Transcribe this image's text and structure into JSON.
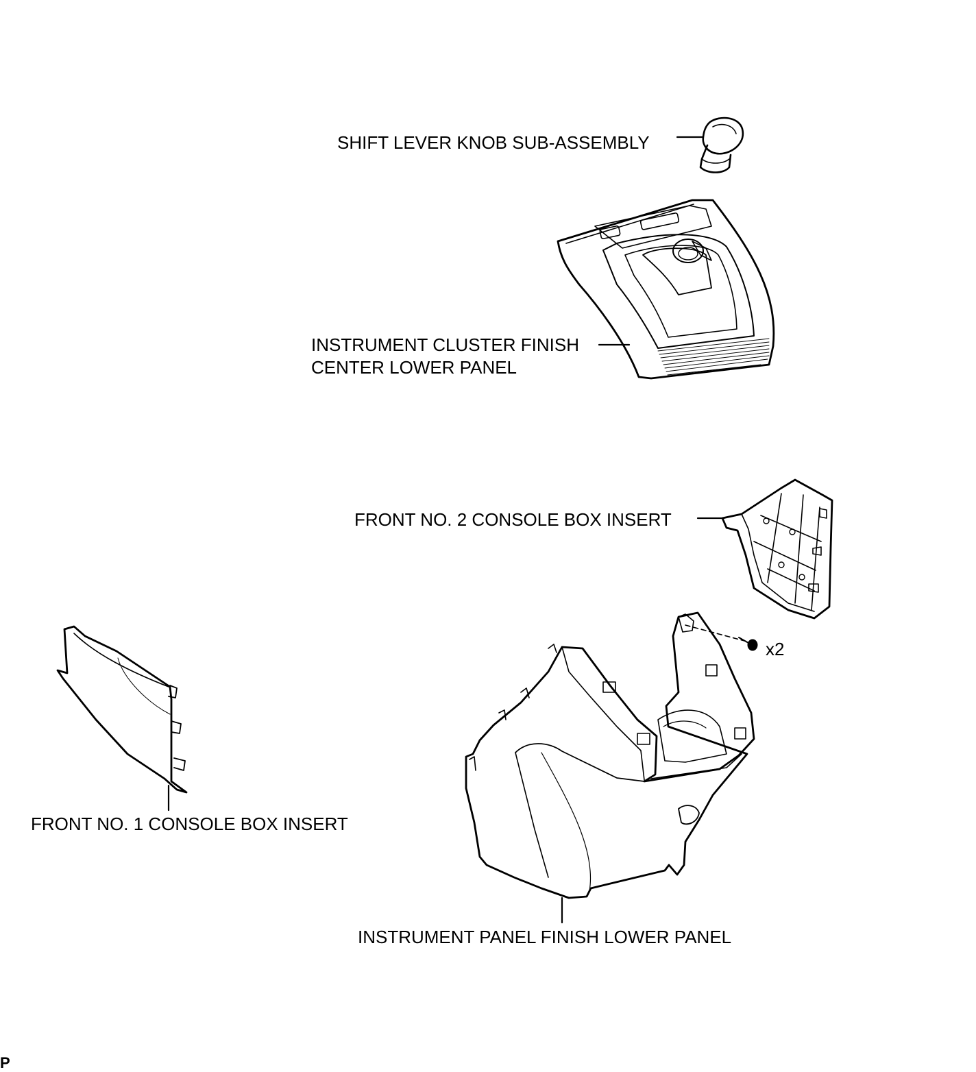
{
  "labels": {
    "shift_knob": "SHIFT LEVER KNOB SUB-ASSEMBLY",
    "cluster_line1": "INSTRUMENT CLUSTER FINISH",
    "cluster_line2": "CENTER LOWER PANEL",
    "no2_insert": "FRONT NO. 2 CONSOLE BOX INSERT",
    "screw_qty": "x2",
    "no1_insert": "FRONT NO. 1 CONSOLE BOX INSERT",
    "lower_panel": "INSTRUMENT PANEL FINISH LOWER PANEL"
  },
  "corner_mark": "P",
  "colors": {
    "line": "#000000",
    "background": "#ffffff"
  }
}
